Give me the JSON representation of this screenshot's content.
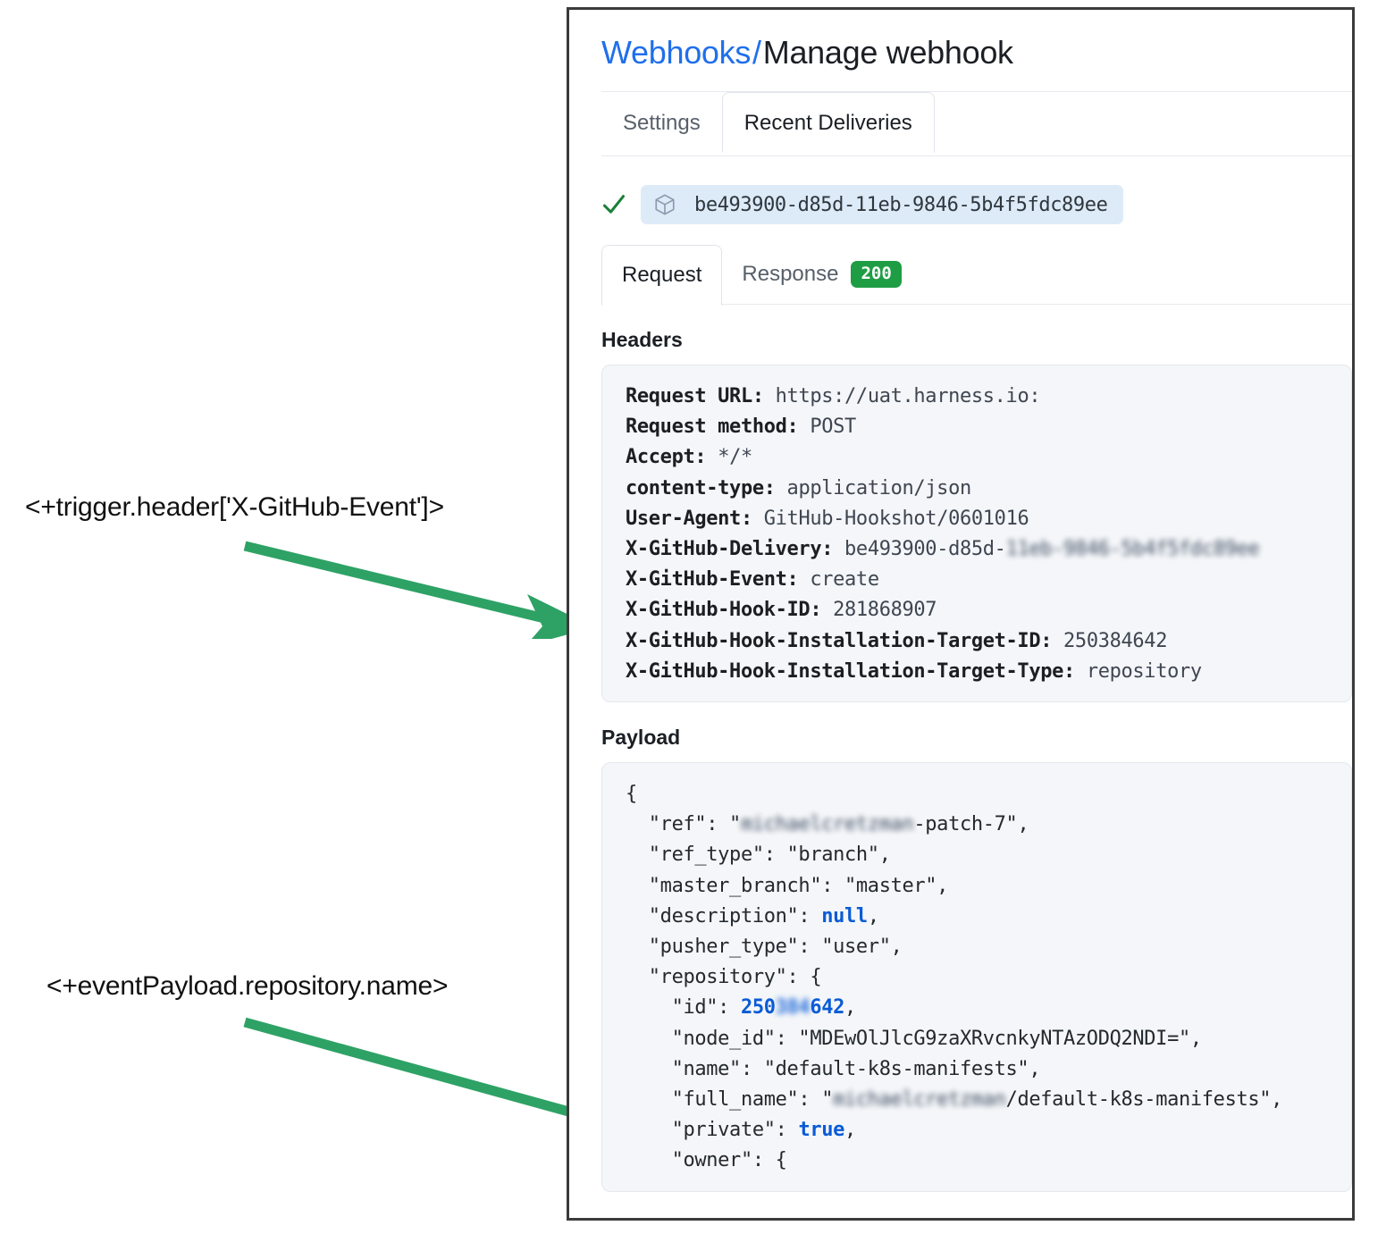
{
  "annotations": [
    {
      "id": "header-expr",
      "text": "<+trigger.header['X-GitHub-Event']>"
    },
    {
      "id": "payload-expr",
      "text": "<+eventPayload.repository.name>"
    }
  ],
  "colors": {
    "accent_green": "#2ea265",
    "link_blue": "#1f6feb",
    "badge_green": "#1f9d45",
    "chip_blue": "#ddeaf8",
    "code_bg": "#f4f6f9"
  },
  "panel": {
    "title": {
      "link": "Webhooks",
      "separator": "/",
      "current": "Manage webhook"
    },
    "tabs": [
      {
        "label": "Settings",
        "active": false
      },
      {
        "label": "Recent Deliveries",
        "active": true
      }
    ],
    "delivery": {
      "status_icon": "check-icon",
      "type_icon": "cube-icon",
      "id": "be493900-d85d-11eb-9846-5b4f5fdc89ee"
    },
    "inner_tabs": [
      {
        "label": "Request",
        "active": true,
        "badge": null
      },
      {
        "label": "Response",
        "active": false,
        "badge": "200"
      }
    ],
    "headers_section": {
      "heading": "Headers",
      "rows": [
        {
          "key": "Request URL:",
          "value": "https://uat.harness.io:"
        },
        {
          "key": "Request method:",
          "value": "POST"
        },
        {
          "key": "Accept:",
          "value": "*/*"
        },
        {
          "key": "content-type:",
          "value": "application/json"
        },
        {
          "key": "User-Agent:",
          "value": "GitHub-Hookshot/0601016"
        },
        {
          "key": "X-GitHub-Delivery:",
          "value": "be493900-d85d-",
          "redacted_suffix": "11eb-9846-5b4f5fdc89ee"
        },
        {
          "key": "X-GitHub-Event:",
          "value": "create"
        },
        {
          "key": "X-GitHub-Hook-ID:",
          "value": "281868907"
        },
        {
          "key": "X-GitHub-Hook-Installation-Target-ID:",
          "value": "250384642"
        },
        {
          "key": "X-GitHub-Hook-Installation-Target-Type:",
          "value": "repository"
        }
      ]
    },
    "payload_section": {
      "heading": "Payload",
      "lines": [
        "{",
        "  \"ref\": \"<redacted>-patch-7\",",
        "  \"ref_type\": \"branch\",",
        "  \"master_branch\": \"master\",",
        "  \"description\": null,",
        "  \"pusher_type\": \"user\",",
        "  \"repository\": {",
        "    \"id\": 250<redacted>642,",
        "    \"node_id\": \"MDEwOlJlcG9zaXRvcnkyNTAzODQ2NDI=\",",
        "    \"name\": \"default-k8s-manifests\",",
        "    \"full_name\": \"<redacted>/default-k8s-manifests\",",
        "    \"private\": true,",
        "    \"owner\": {"
      ],
      "redacted_username": "michaelcretzman"
    }
  }
}
